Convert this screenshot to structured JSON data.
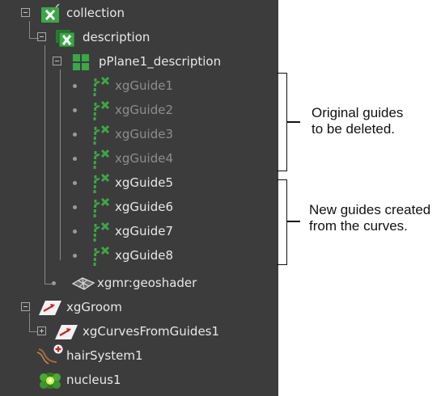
{
  "outliner": {
    "rows": [
      {
        "label": "collection",
        "icon": "xgen-collection-icon",
        "expander": "minus"
      },
      {
        "label": "description",
        "icon": "xgen-description-icon",
        "expander": "minus"
      },
      {
        "label": "pPlane1_description",
        "icon": "grid-description-icon",
        "expander": "minus"
      },
      {
        "label": "xgGuide1",
        "icon": "xgen-guide-icon",
        "dimmed": true
      },
      {
        "label": "xgGuide2",
        "icon": "xgen-guide-icon",
        "dimmed": true
      },
      {
        "label": "xgGuide3",
        "icon": "xgen-guide-icon",
        "dimmed": true
      },
      {
        "label": "xgGuide4",
        "icon": "xgen-guide-icon",
        "dimmed": true
      },
      {
        "label": "xgGuide5",
        "icon": "xgen-guide-icon",
        "dimmed": false
      },
      {
        "label": "xgGuide6",
        "icon": "xgen-guide-icon",
        "dimmed": false
      },
      {
        "label": "xgGuide7",
        "icon": "xgen-guide-icon",
        "dimmed": false
      },
      {
        "label": "xgGuide8",
        "icon": "xgen-guide-icon",
        "dimmed": false
      },
      {
        "label": "xgmr:geoshader",
        "icon": "geoshader-icon"
      },
      {
        "label": "xgGroom",
        "icon": "xggroom-icon",
        "expander": "minus"
      },
      {
        "label": "xgCurvesFromGuides1",
        "icon": "xggroom-icon",
        "expander": "plus"
      },
      {
        "label": "hairSystem1",
        "icon": "hair-system-icon"
      },
      {
        "label": "nucleus1",
        "icon": "nucleus-icon"
      }
    ]
  },
  "annotations": {
    "original": {
      "line1": "Original guides",
      "line2": "to be deleted."
    },
    "new": {
      "line1": "New guides created",
      "line2": "from the curves."
    }
  },
  "colors": {
    "panel_bg": "#3c3c3c",
    "text": "#e8e8e8",
    "dimmed_text": "#8e8e8e",
    "xgen_green": "#3aa845"
  }
}
